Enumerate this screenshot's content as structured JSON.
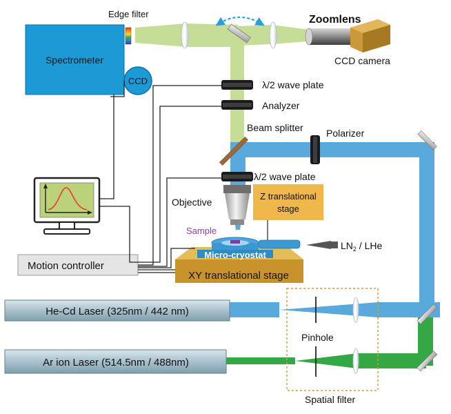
{
  "labels": {
    "edge_filter": "Edge filter",
    "zoomlens": "Zoomlens",
    "spectrometer": "Spectrometer",
    "ccd": "CCD",
    "ccd_camera": "CCD camera",
    "half_wave_top": "λ/2 wave plate",
    "analyzer": "Analyzer",
    "beam_splitter": "Beam splitter",
    "polarizer": "Polarizer",
    "half_wave_bottom": "λ/2 wave plate",
    "objective": "Objective",
    "z_stage_line1": "Z translational",
    "z_stage_line2": "stage",
    "sample": "Sample",
    "micro_cryostat": "Micro-cryostat",
    "ln2": "LN",
    "ln2_sub": "2",
    "lhe": " / LHe",
    "motion_controller": "Motion controller",
    "xy_stage": "XY translational stage",
    "hecd_laser": "He-Cd Laser (325nm / 442 nm)",
    "ar_laser": "Ar ion Laser (514.5nm / 488nm)",
    "pinhole": "Pinhole",
    "spatial_filter": "Spatial filter"
  },
  "colors": {
    "blue_beam": "#5aa9dc",
    "green_beam": "#33a845",
    "signal_beam": "#c5dd96",
    "spectrometer": "#1b9ad6",
    "stage": "#d4a42c",
    "z_stage": "#f0b84a",
    "sample_label": "#8e3fa8",
    "laser_box": "#a9c1cc"
  }
}
